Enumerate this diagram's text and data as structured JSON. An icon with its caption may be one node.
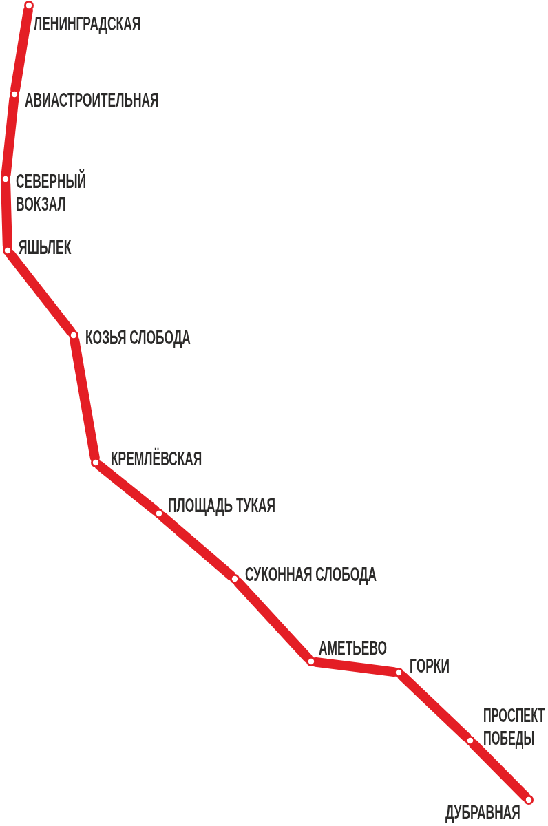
{
  "diagram": {
    "nodes": [
      {
        "text": [
          "ЛЕНИНГРАДСКАЯ"
        ]
      },
      {
        "text": [
          "АВИАСТРОИТЕЛЬНАЯ"
        ]
      },
      {
        "text": [
          "СЕВЕРНЫЙ ВОКЗАЛ"
        ]
      },
      {
        "text": [
          "ЯШЬЛЕК"
        ]
      },
      {
        "text": [
          "КОЗЬЯ СЛОБОДА"
        ]
      },
      {
        "text": [
          "КРЕМЛЁВСКАЯ"
        ]
      },
      {
        "text": [
          "ПЛОЩАДЬ ТУКАЯ"
        ]
      },
      {
        "text": [
          "СУКОННАЯ СЛОБОДА"
        ]
      },
      {
        "text": [
          "АМЕТЬЕВО"
        ]
      },
      {
        "text": [
          "ГОРКИ"
        ]
      },
      {
        "text": [
          "ПРОСПЕКТ ПОБЕДЫ"
        ]
      },
      {
        "text": [
          "ДУБРАВНАЯ"
        ]
      }
    ],
    "edges": [
      {
        "from": 0,
        "to": 1,
        "arrow": "none"
      },
      {
        "from": 1,
        "to": 2,
        "arrow": "none"
      },
      {
        "from": 2,
        "to": 3,
        "arrow": "none"
      },
      {
        "from": 3,
        "to": 4,
        "arrow": "none"
      },
      {
        "from": 4,
        "to": 5,
        "arrow": "none"
      },
      {
        "from": 5,
        "to": 6,
        "arrow": "none"
      },
      {
        "from": 6,
        "to": 7,
        "arrow": "none"
      },
      {
        "from": 7,
        "to": 8,
        "arrow": "none"
      },
      {
        "from": 8,
        "to": 9,
        "arrow": "none"
      },
      {
        "from": 9,
        "to": 10,
        "arrow": "none"
      },
      {
        "from": 10,
        "to": 11,
        "arrow": "none"
      }
    ]
  }
}
